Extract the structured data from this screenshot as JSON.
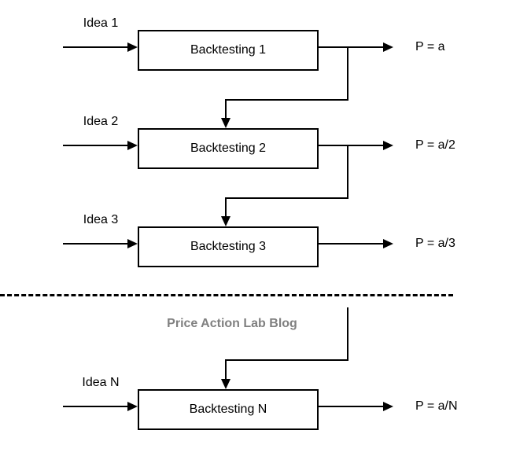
{
  "diagram": {
    "rows": [
      {
        "idea": "Idea 1",
        "box": "Backtesting 1",
        "output": "P = a"
      },
      {
        "idea": "Idea 2",
        "box": "Backtesting 2",
        "output": "P = a/2"
      },
      {
        "idea": "Idea 3",
        "box": "Backtesting 3",
        "output": "P = a/3"
      },
      {
        "idea": "Idea N",
        "box": "Backtesting N",
        "output": "P = a/N"
      }
    ],
    "watermark": "Price Action Lab Blog",
    "colors": {
      "line": "#000000",
      "text": "#000000",
      "watermark": "#808080",
      "background": "#ffffff"
    }
  }
}
